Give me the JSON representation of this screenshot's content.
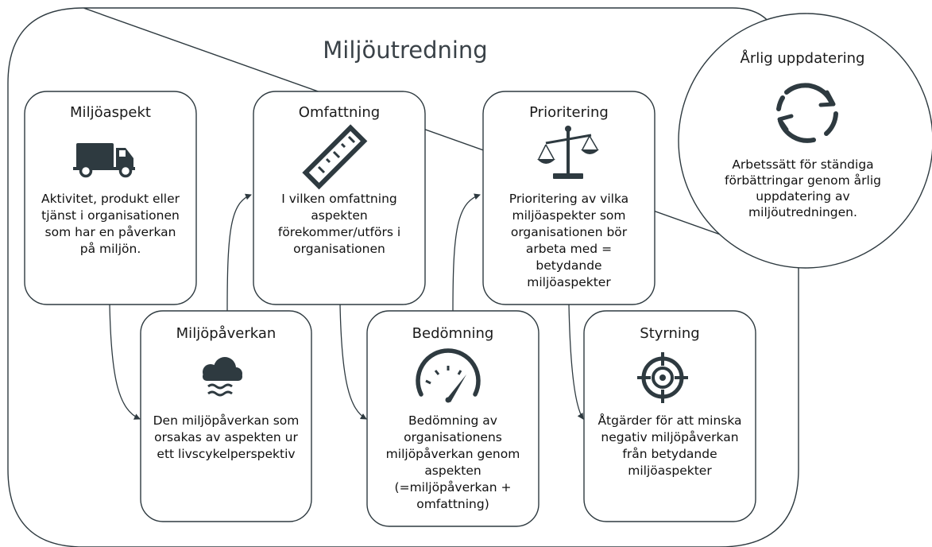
{
  "title": "Miljöutredning",
  "boxes": [
    {
      "title": "Miljöaspekt",
      "text": "Aktivitet, produkt eller tjänst i organisationen som har en påverkan på miljön.",
      "icon": "truck-icon"
    },
    {
      "title": "Miljöpåverkan",
      "text": "Den miljöpåverkan som orsakas av aspekten ur ett livscykelperspektiv",
      "icon": "cloud-water-icon"
    },
    {
      "title": "Omfattning",
      "text": "I vilken omfattning aspekten förekommer/utförs i organisationen",
      "icon": "ruler-icon"
    },
    {
      "title": "Bedömning",
      "text": "Bedömning av organisationens miljöpåverkan genom aspekten (=miljöpåverkan + omfattning)",
      "icon": "gauge-icon"
    },
    {
      "title": "Prioritering",
      "text": "Prioritering av vilka miljöaspekter som organisationen bör arbeta med = betydande miljöaspekter",
      "icon": "scales-icon"
    },
    {
      "title": "Styrning",
      "text": "Åtgärder för att minska negativ miljöpåverkan från betydande miljöaspekter",
      "icon": "target-icon"
    }
  ],
  "cycle": {
    "title": "Årlig uppdatering",
    "text": "Arbetssätt för ständiga förbättringar genom årlig uppdatering av miljöutredningen.",
    "icon": "refresh-cycle-icon"
  }
}
